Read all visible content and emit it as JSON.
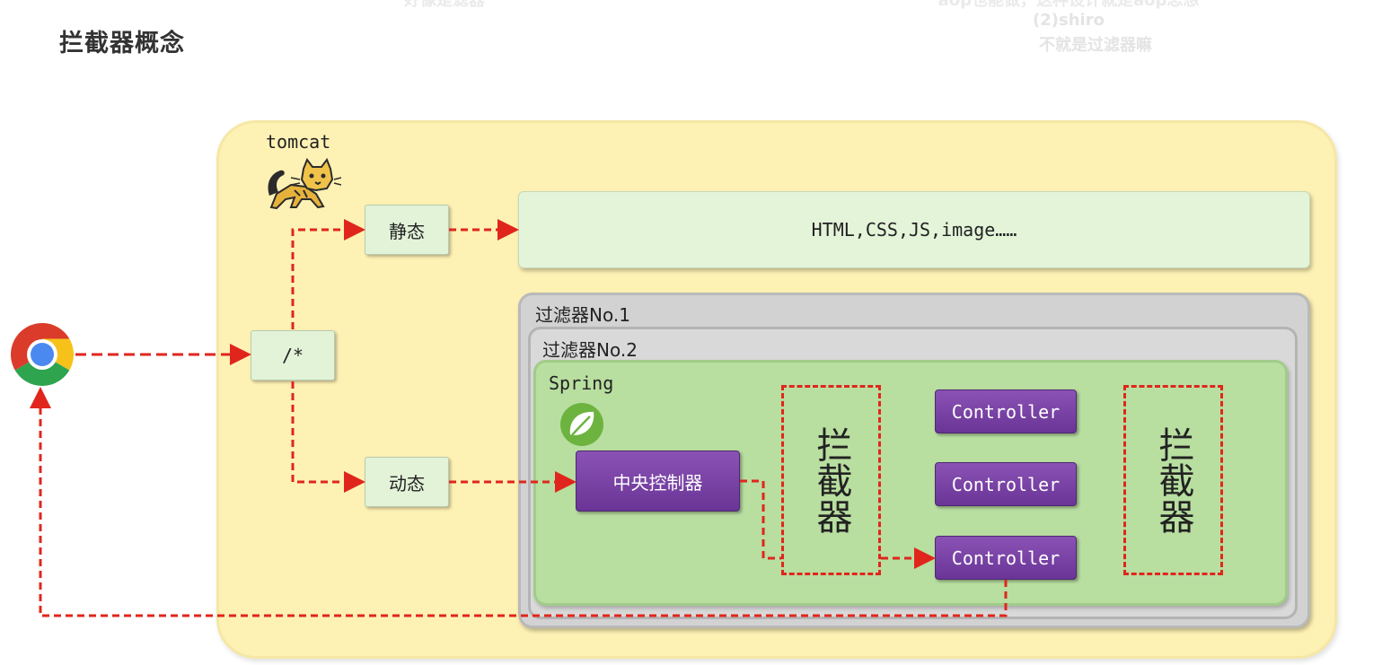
{
  "page": {
    "title": "拦截器概念"
  },
  "overlay": {
    "line1": "好像是滤器",
    "line2": "aop也能做，这种设计就是aop思想",
    "line3": "(2)shiro",
    "line4": "不就是过滤器嘛"
  },
  "diagram": {
    "tomcat_label": "tomcat",
    "dispatch_label": "/*",
    "static_label": "静态",
    "dynamic_label": "动态",
    "static_resources": "HTML,CSS,JS,image……",
    "filter1_label": "过滤器No.1",
    "filter2_label": "过滤器No.2",
    "spring_label": "Spring",
    "central_controller": "中央控制器",
    "interceptor_1": "拦截器",
    "interceptor_2": "拦截器",
    "controllers": [
      "Controller",
      "Controller",
      "Controller"
    ]
  },
  "colors": {
    "tomcat_bg": "#fef1b4",
    "node_bg": "#e2f3d8",
    "filter_bg": "#d2d2d2",
    "spring_bg": "#b8dea0",
    "controller_bg": "#7b44a8",
    "arrow": "#e0261c"
  },
  "icons": {
    "browser": "chrome-icon",
    "tomcat": "tomcat-cat-icon",
    "spring": "spring-leaf-icon"
  }
}
